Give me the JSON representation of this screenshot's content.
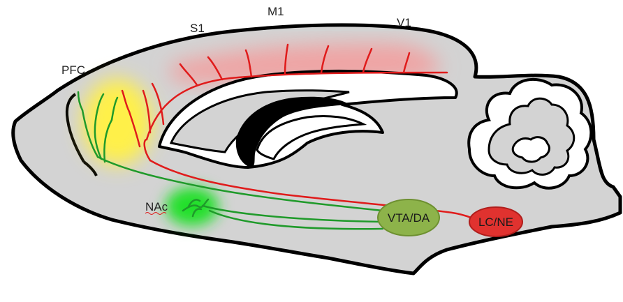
{
  "labels": {
    "pfc": "PFC",
    "s1": "S1",
    "m1": "M1",
    "v1": "V1",
    "nac": "NAc"
  },
  "nodes": {
    "vta": {
      "label": "VTA/DA",
      "color": "#8db34a"
    },
    "lc": {
      "label": "LC/NE",
      "color": "#e0322f"
    }
  },
  "colors": {
    "brain_fill": "#d3d3d3",
    "outline": "#000000",
    "ne_projection": "#e01b1b",
    "da_projection": "#1f9a2a",
    "cortex_glow": "#f2a0a0",
    "pfc_glow": "#fff04a",
    "nac_glow": "#22e02a"
  }
}
